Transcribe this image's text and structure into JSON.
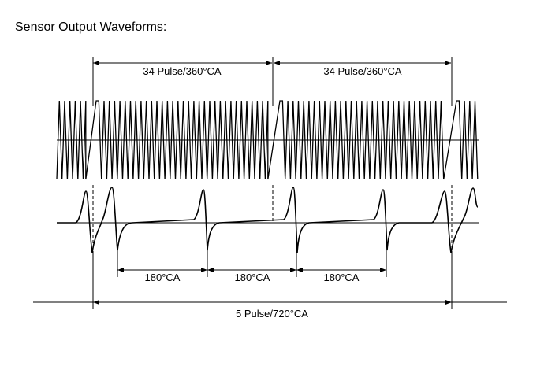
{
  "title": "Sensor Output Waveforms:",
  "labels": {
    "pulse_360_left": "34 Pulse/360°CA",
    "pulse_360_right": "34 Pulse/360°CA",
    "ca180_1": "180°CA",
    "ca180_2": "180°CA",
    "ca180_3": "180°CA",
    "pulse_720": "5 Pulse/720°CA"
  },
  "colors": {
    "ink": "#000000",
    "background": "#ffffff"
  }
}
